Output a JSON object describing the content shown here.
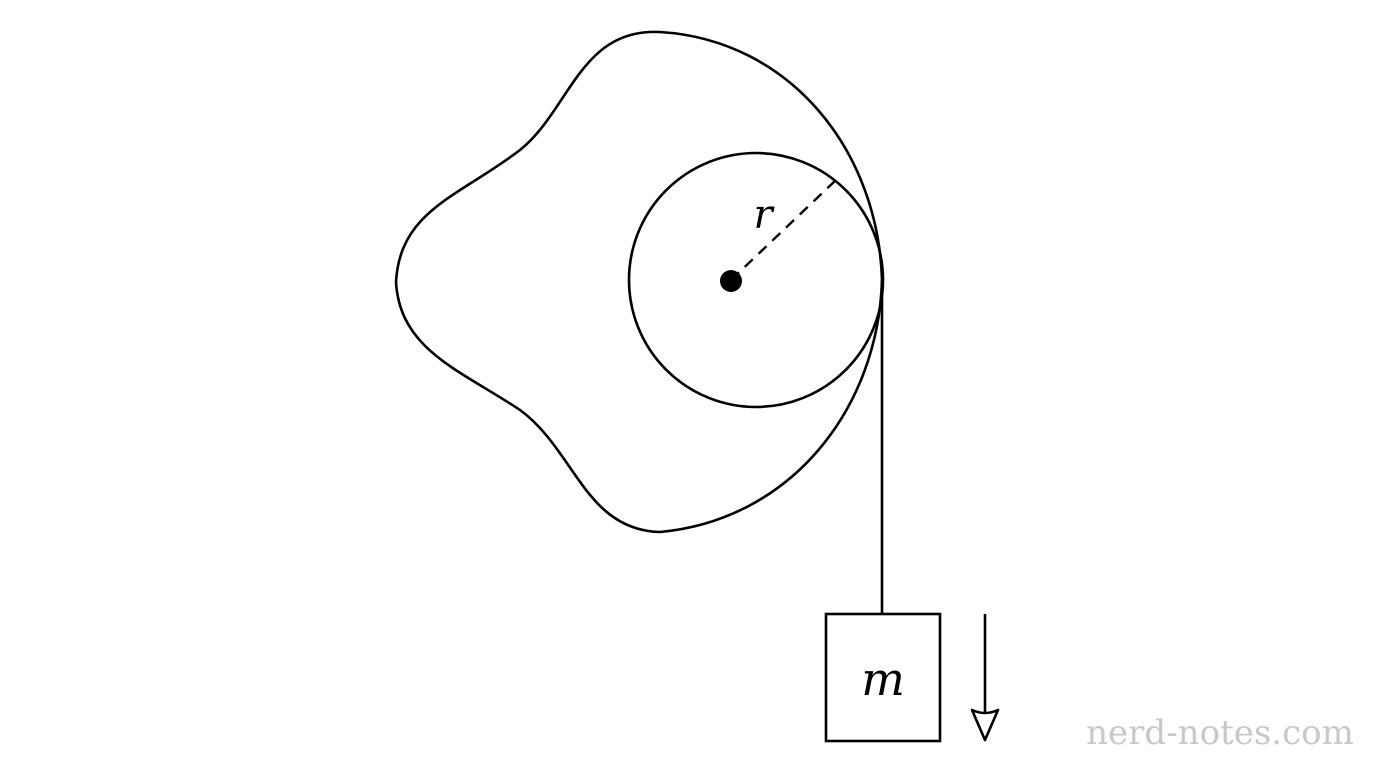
{
  "diagram": {
    "radius_label": "r",
    "mass_label": "m",
    "watermark": "nerd-notes.com"
  },
  "colors": {
    "stroke": "#000000",
    "watermark": "#c8c8c8",
    "background": "#ffffff"
  }
}
